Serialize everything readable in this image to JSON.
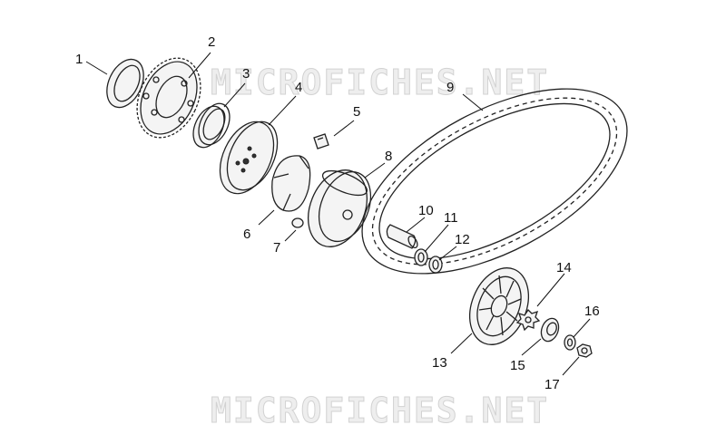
{
  "watermark": {
    "text_top": "MICROFICHES.NET",
    "text_bottom": "MICROFICHES.NET"
  },
  "callouts": [
    {
      "number": "1",
      "part": "ring"
    },
    {
      "number": "2",
      "part": "starter-gear"
    },
    {
      "number": "3",
      "part": "bushing-ring"
    },
    {
      "number": "4",
      "part": "ramp-plate"
    },
    {
      "number": "5",
      "part": "slider"
    },
    {
      "number": "6",
      "part": "roller-guide"
    },
    {
      "number": "7",
      "part": "roller"
    },
    {
      "number": "8",
      "part": "movable-half-pulley"
    },
    {
      "number": "9",
      "part": "drive-belt"
    },
    {
      "number": "10",
      "part": "spacer-sleeve"
    },
    {
      "number": "11",
      "part": "washer"
    },
    {
      "number": "12",
      "part": "washer"
    },
    {
      "number": "13",
      "part": "fixed-half-pulley-fan"
    },
    {
      "number": "14",
      "part": "star-washer"
    },
    {
      "number": "15",
      "part": "cup-washer"
    },
    {
      "number": "16",
      "part": "washer"
    },
    {
      "number": "17",
      "part": "nut"
    }
  ]
}
